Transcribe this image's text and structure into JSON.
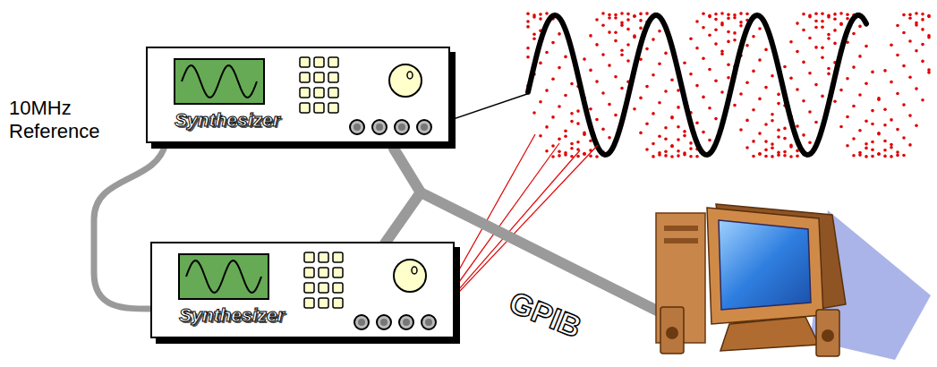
{
  "diagram": {
    "nodes": [
      {
        "text": [
          "Synthesizer"
        ]
      },
      {
        "text": [
          "Synthesizer"
        ]
      }
    ],
    "edges": [
      {
        "from": 0,
        "to": 1,
        "arrow": "none",
        "label": "10MHz Reference"
      }
    ],
    "labels": [
      "GPIB"
    ]
  }
}
